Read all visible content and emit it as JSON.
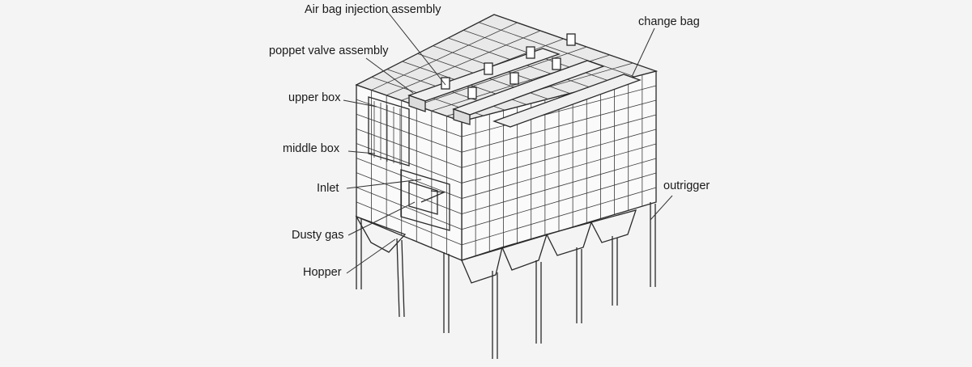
{
  "diagram": {
    "labels": {
      "air_bag_injection_assembly": "Air bag injection assembly",
      "poppet_valve_assembly": "poppet valve assembly",
      "upper_box": "upper box",
      "middle_box": "middle box",
      "inlet": "Inlet",
      "dusty_gas": "Dusty gas",
      "hopper": "Hopper",
      "change_bag": "change bag",
      "outrigger": "outrigger"
    },
    "colors": {
      "background": "#f4f4f4",
      "line": "#2a2a2a"
    }
  }
}
